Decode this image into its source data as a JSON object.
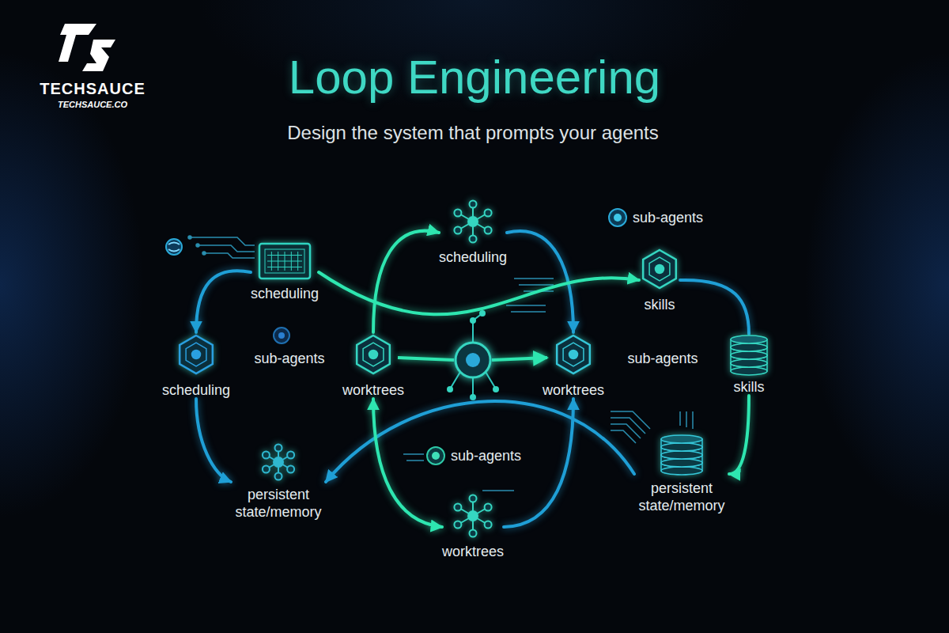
{
  "diagram": {
    "title": "Loop Engineering",
    "nodes": [
      {
        "text": [
          "scheduling"
        ]
      },
      {
        "text": [
          "scheduling"
        ]
      },
      {
        "text": [
          "skills"
        ]
      },
      {
        "text": [
          "scheduling"
        ]
      },
      {
        "text": [
          "worktrees"
        ]
      },
      {
        "text": [
          "worktrees"
        ]
      },
      {
        "text": [
          "skills"
        ]
      },
      {
        "text": [
          "persistent state/memory"
        ]
      },
      {
        "text": [
          "persistent state/memory"
        ]
      },
      {
        "text": [
          "worktrees"
        ]
      }
    ],
    "edges": [
      {
        "from": 0,
        "to": 3,
        "arrow": "to"
      },
      {
        "from": 3,
        "to": 7,
        "arrow": "to"
      },
      {
        "from": 4,
        "to": 1,
        "arrow": "to"
      },
      {
        "from": 1,
        "to": 5,
        "arrow": "to"
      },
      {
        "from": 0,
        "to": 2,
        "arrow": "to"
      },
      {
        "from": 2,
        "to": 6,
        "arrow": "none"
      },
      {
        "from": 6,
        "to": 8,
        "arrow": "to"
      },
      {
        "from": 8,
        "to": 7,
        "arrow": "to"
      },
      {
        "from": 4,
        "to": 9,
        "arrow": "both"
      },
      {
        "from": 9,
        "to": 5,
        "arrow": "to"
      }
    ],
    "labels": [
      "TECHSAUCE",
      "TECHSAUCE.CO",
      "Design the system that prompts your agents",
      "sub-agents",
      "sub-agents",
      "sub-agents",
      "sub-agents"
    ]
  }
}
